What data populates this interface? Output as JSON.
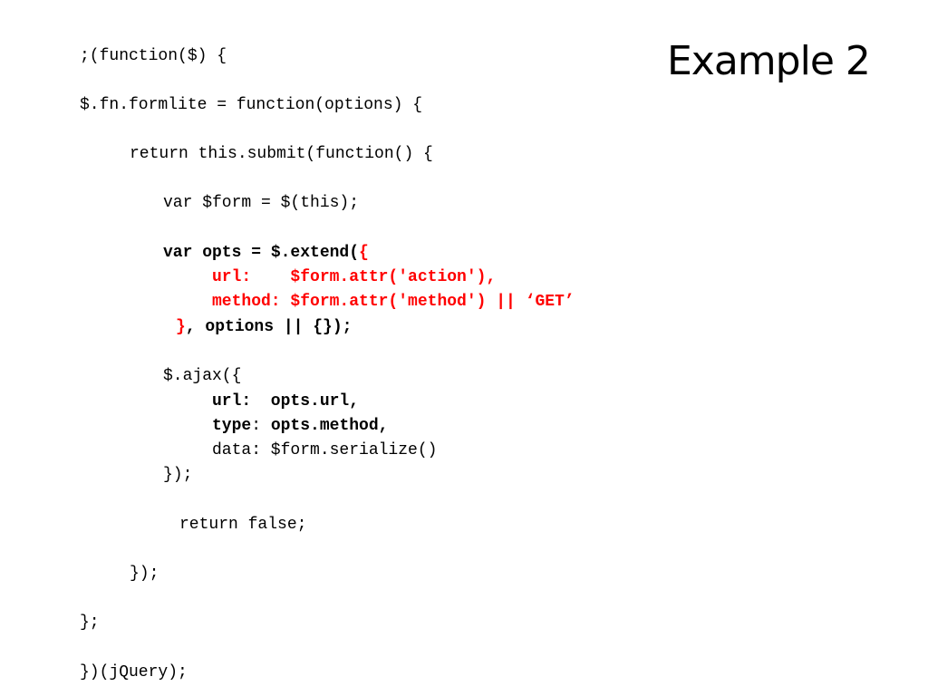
{
  "slide": {
    "title": "Example 2"
  },
  "colors": {
    "text": "#000000",
    "highlight": "#ff0000",
    "background": "#ffffff"
  },
  "code": {
    "l01": ";(function($) {",
    "l02": "$.fn.formlite = function(options) {",
    "l03": "return this.submit(function() {",
    "l04": "var $form = $(this);",
    "l05_a": "var opts = $.extend(",
    "l05_b": "{",
    "l06": "url:    $form.attr('action'),",
    "l07": "method: $form.attr('method') || ‘GET’",
    "l08_a": "}",
    "l08_b": ", options || {});",
    "l09": "$.ajax({",
    "l10_a": "url:  opts.url,",
    "l11_a": "type",
    "l11_b": ": ",
    "l11_c": "opts.method,",
    "l12": "data: $form.serialize()",
    "l13": "});",
    "l14": "return false;",
    "l15": "});",
    "l16": "};",
    "l17": "})(jQuery);"
  }
}
